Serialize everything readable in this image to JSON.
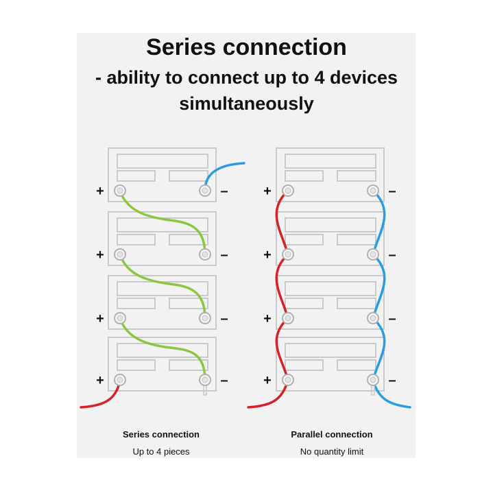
{
  "header": {
    "title": "Series connection",
    "subtitle_line1": "- ability to connect up to 4 devices",
    "subtitle_line2": "simultaneously"
  },
  "terminals": {
    "plus": "+",
    "minus": "–"
  },
  "series": {
    "caption_title": "Series connection",
    "caption_sub": "Up to 4 pieces",
    "device_count": 4
  },
  "parallel": {
    "caption_title": "Parallel connection",
    "caption_sub": "No quantity limit",
    "device_count": 4
  },
  "colors": {
    "positive_wire": "#d42328",
    "negative_wire": "#2a9de0",
    "link_wire": "#8cc63f",
    "device_outline": "#c9c9c9",
    "panel_background": "#f2f2f2"
  }
}
